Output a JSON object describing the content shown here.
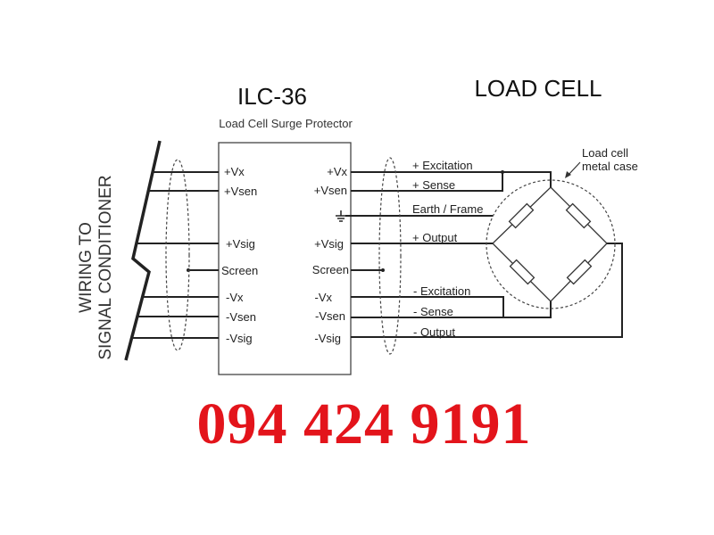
{
  "device": {
    "title": "ILC-36",
    "subtitle": "Load Cell Surge Protector"
  },
  "load_cell": {
    "title": "LOAD CELL",
    "case_label_line1": "Load cell",
    "case_label_line2": "metal case"
  },
  "side_label": {
    "line1": "WIRING TO",
    "line2": "SIGNAL CONDITIONER"
  },
  "left_pins": [
    "+Vx",
    "+Vsen",
    "+Vsig",
    "Screen",
    "-Vx",
    "-Vsen",
    "-Vsig"
  ],
  "right_pins": [
    "+Vx",
    "+Vsen",
    "+Vsig",
    "Screen",
    "-Vx",
    "-Vsen",
    "-Vsig"
  ],
  "ground_symbol": "earth-ground-icon",
  "wires": [
    "+ Excitation",
    "+ Sense",
    "Earth / Frame",
    "+ Output",
    "- Excitation",
    "- Sense",
    "- Output"
  ],
  "phone": {
    "number": "094 424 9191",
    "color": "#e3141b"
  }
}
